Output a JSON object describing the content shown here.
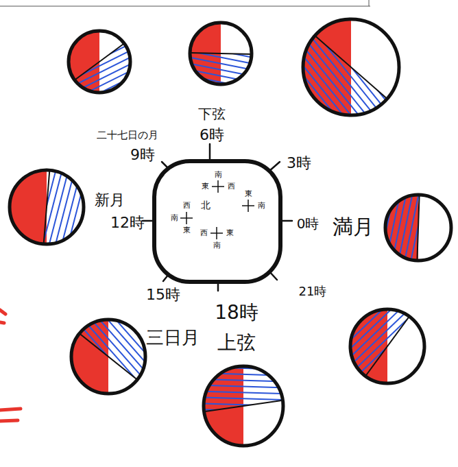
{
  "diagram": {
    "nodes": [
      {
        "text": [
          "南",
          "東",
          "西",
          "西",
          "北",
          "東",
          "南",
          "南",
          "東",
          "西",
          "東",
          "南"
        ]
      }
    ],
    "labels": [
      "下弦",
      "6時",
      "二十七日の月",
      "9時",
      "3時",
      "新月",
      "12時",
      "0時",
      "満月",
      "15時",
      "21時",
      "18時",
      "上弦",
      "三日月"
    ]
  }
}
